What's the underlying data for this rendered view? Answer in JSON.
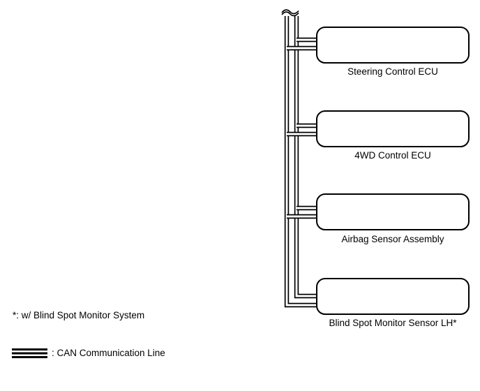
{
  "page": {
    "background_color": "#ffffff",
    "line_color": "#000000"
  },
  "diagram": {
    "type": "wiring-topology",
    "bus_label": "CAN Communication Line",
    "nodes": [
      {
        "label": "Steering Control ECU"
      },
      {
        "label": "4WD Control ECU"
      },
      {
        "label": "Airbag Sensor Assembly"
      },
      {
        "label": "Blind Spot Monitor Sensor LH*"
      }
    ],
    "footnote": "*: w/ Blind Spot Monitor System",
    "legend": {
      "symbol": "can-line-symbol",
      "label": ": CAN Communication Line"
    }
  }
}
